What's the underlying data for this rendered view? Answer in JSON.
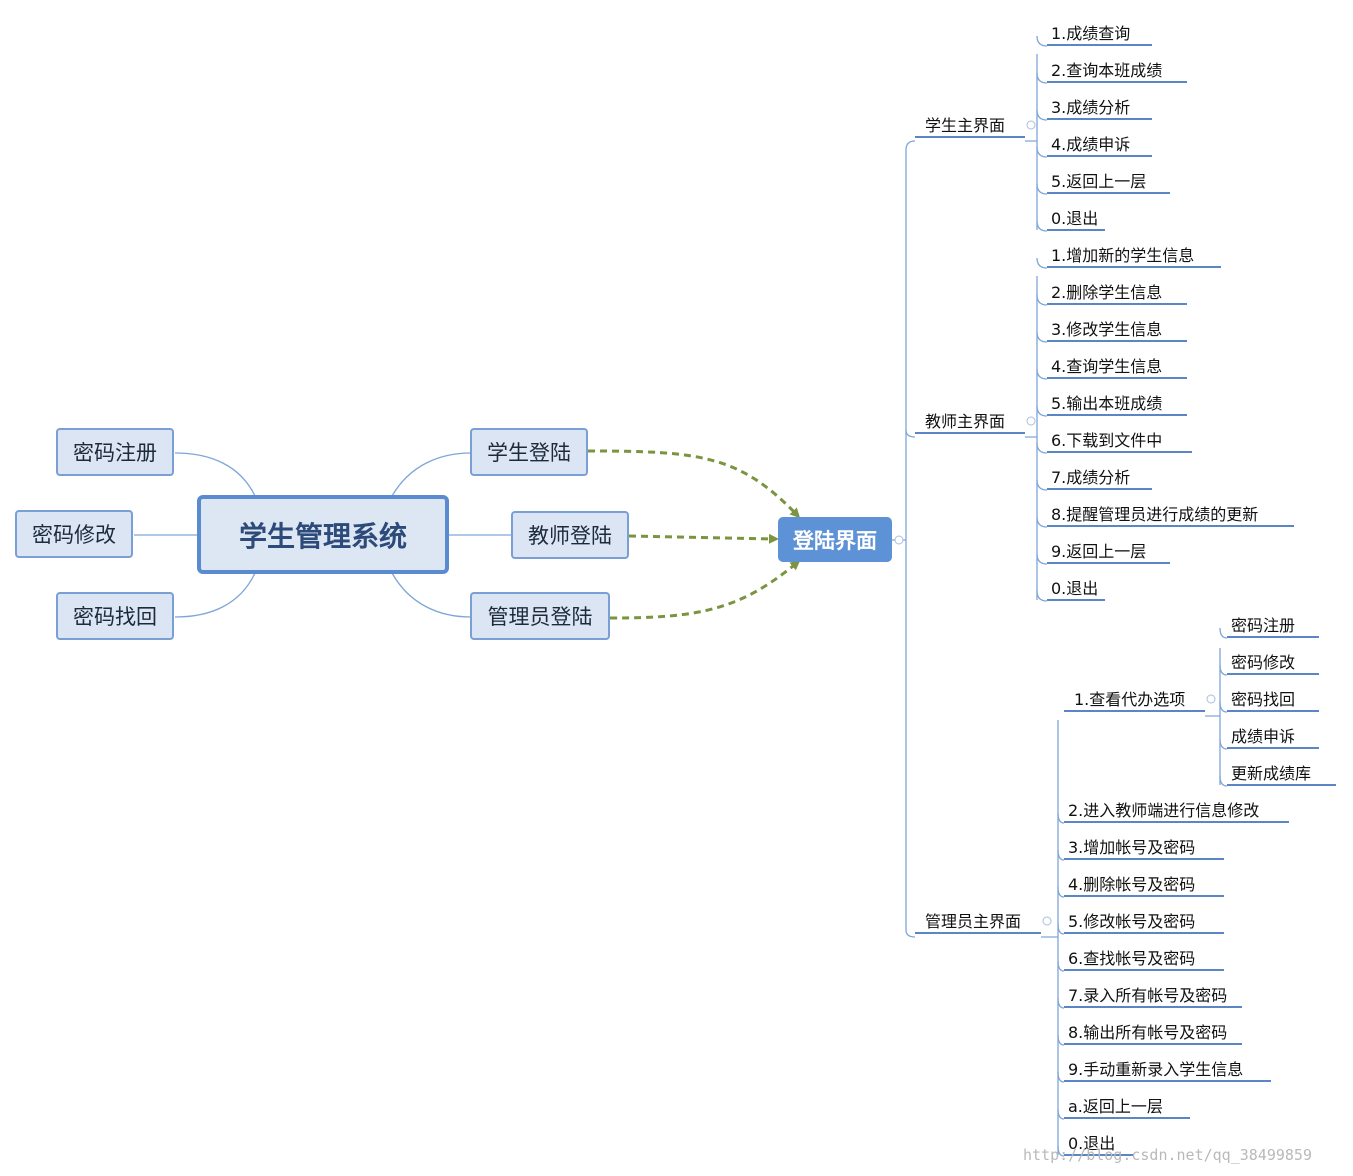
{
  "root": {
    "label": "学生管理系统"
  },
  "left_items": [
    "密码注册",
    "密码修改",
    "密码找回"
  ],
  "logins": [
    "学生登陆",
    "教师登陆",
    "管理员登陆"
  ],
  "hub": {
    "label": "登陆界面"
  },
  "student": {
    "label": "学生主界面",
    "items": [
      "1.成绩查询",
      "2.查询本班成绩",
      "3.成绩分析",
      "4.成绩申诉",
      "5.返回上一层",
      "0.退出"
    ]
  },
  "teacher": {
    "label": "教师主界面",
    "items": [
      "1.增加新的学生信息",
      "2.删除学生信息",
      "3.修改学生信息",
      "4.查询学生信息",
      "5.输出本班成绩",
      " 6.下载到文件中",
      "7.成绩分析",
      " 8.提醒管理员进行成绩的更新",
      "9.返回上一层",
      "0.退出"
    ]
  },
  "admin": {
    "label": "管理员主界面",
    "sub": {
      "label": "1.查看代办选项",
      "items": [
        "密码注册",
        "密码修改",
        "密码找回",
        "成绩申诉",
        "更新成绩库"
      ]
    },
    "items": [
      "2.进入教师端进行信息修改",
      "3.增加帐号及密码",
      "4.删除帐号及密码",
      "5.修改帐号及密码",
      "6.查找帐号及密码",
      "7.录入所有帐号及密码",
      "8.输出所有帐号及密码",
      "9.手动重新录入学生信息",
      "a.返回上一层",
      "0.退出"
    ]
  },
  "watermark": "http://blog.csdn.net/qq_38499859",
  "colors": {
    "line": "#7fa6d8",
    "arrow": "#7a9440",
    "box_fill": "#dbe5f4",
    "hub_fill": "#5d92d6"
  }
}
